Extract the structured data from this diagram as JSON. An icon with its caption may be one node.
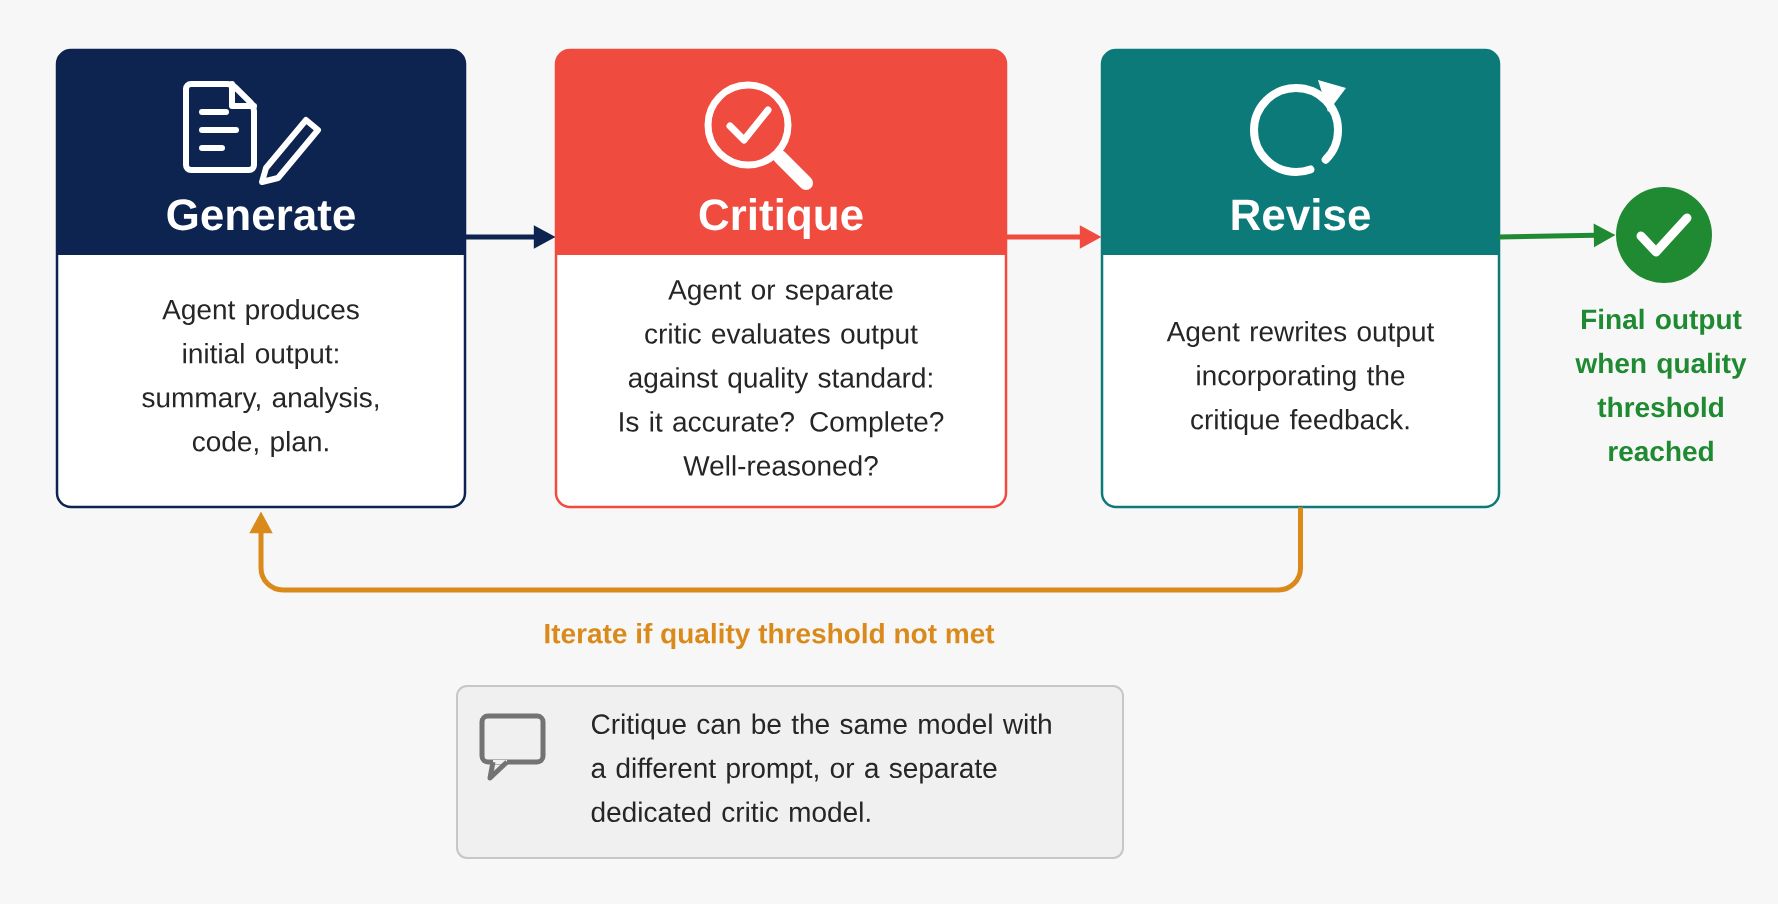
{
  "diagram": {
    "nodes": [
      {
        "text": [
          "Generate",
          "Agent produces initial output: summary, analysis, code, plan."
        ]
      },
      {
        "text": [
          "Critique",
          "Agent or separate critic evaluates output against quality standard:",
          "Is it accurate? Complete? Well-reasoned?"
        ]
      },
      {
        "text": [
          "Revise",
          "Agent rewrites output incorporating the critique feedback."
        ]
      },
      {
        "text": [],
        "shape": "circle",
        "beside": [
          "Final output when quality threshold reached"
        ]
      },
      {
        "text": [
          "Critique can be the same model with a different prompt, or a separate dedicated critic model."
        ]
      }
    ],
    "edges": [
      {
        "from": 0,
        "to": 1,
        "arrow": "to",
        "color": "#0d2350"
      },
      {
        "from": 1,
        "to": 2,
        "arrow": "to",
        "color": "#ef4b3f"
      },
      {
        "from": 2,
        "to": 3,
        "arrow": "to",
        "color": "#1f8a32"
      },
      {
        "from": 2,
        "to": 0,
        "arrow": "to",
        "color": "#d98a1a",
        "label": "Iterate if quality threshold not met"
      }
    ]
  }
}
